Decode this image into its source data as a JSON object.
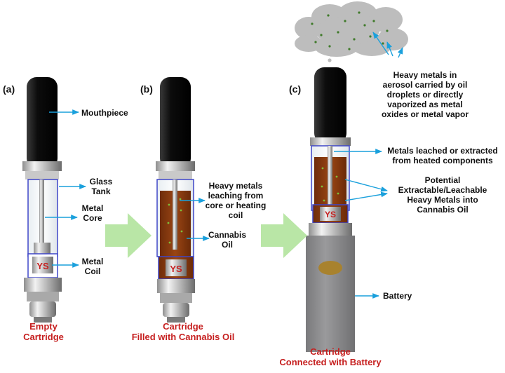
{
  "panels": {
    "a": "(a)",
    "b": "(b)",
    "c": "(c)"
  },
  "labels": {
    "mouthpiece": "Mouthpiece",
    "glass_tank": [
      "Glass",
      "Tank"
    ],
    "metal_core": [
      "Metal",
      "Core"
    ],
    "metal_coil": [
      "Metal",
      "Coil"
    ],
    "leaching": [
      "Heavy metals",
      "leaching from",
      "core or heating",
      "coil"
    ],
    "cannabis_oil": [
      "Cannabis",
      "Oil"
    ],
    "aerosol": [
      "Heavy metals in",
      "aerosol carried by oil",
      "droplets or directly",
      "vaporized as metal",
      "oxides or metal vapor"
    ],
    "leached_components": [
      "Metals leached or extracted",
      "from heated components"
    ],
    "extractable": [
      "Potential",
      "Extractable/Leachable",
      "Heavy Metals into",
      "Cannabis Oil"
    ],
    "battery": "Battery"
  },
  "captions": {
    "a": [
      "Empty",
      "Cartridge"
    ],
    "b": [
      "Cartridge",
      "Filled with Cannabis Oil"
    ],
    "c": [
      "Cartridge",
      "Connected with Battery"
    ]
  },
  "coil_marking": "YS",
  "colors": {
    "arrow_blue": "#1aa0dc",
    "caption_red": "#c62020",
    "oil_brown": "#8b3a10",
    "flow_arrow_green": "#b9e6a6",
    "frame_blue": "#3f46c8",
    "battery_gray": "#8a8a8c",
    "battery_badge": "#a8822e",
    "cloud_gray": "#bdbdbd",
    "mouthpiece_black": "#101010"
  }
}
